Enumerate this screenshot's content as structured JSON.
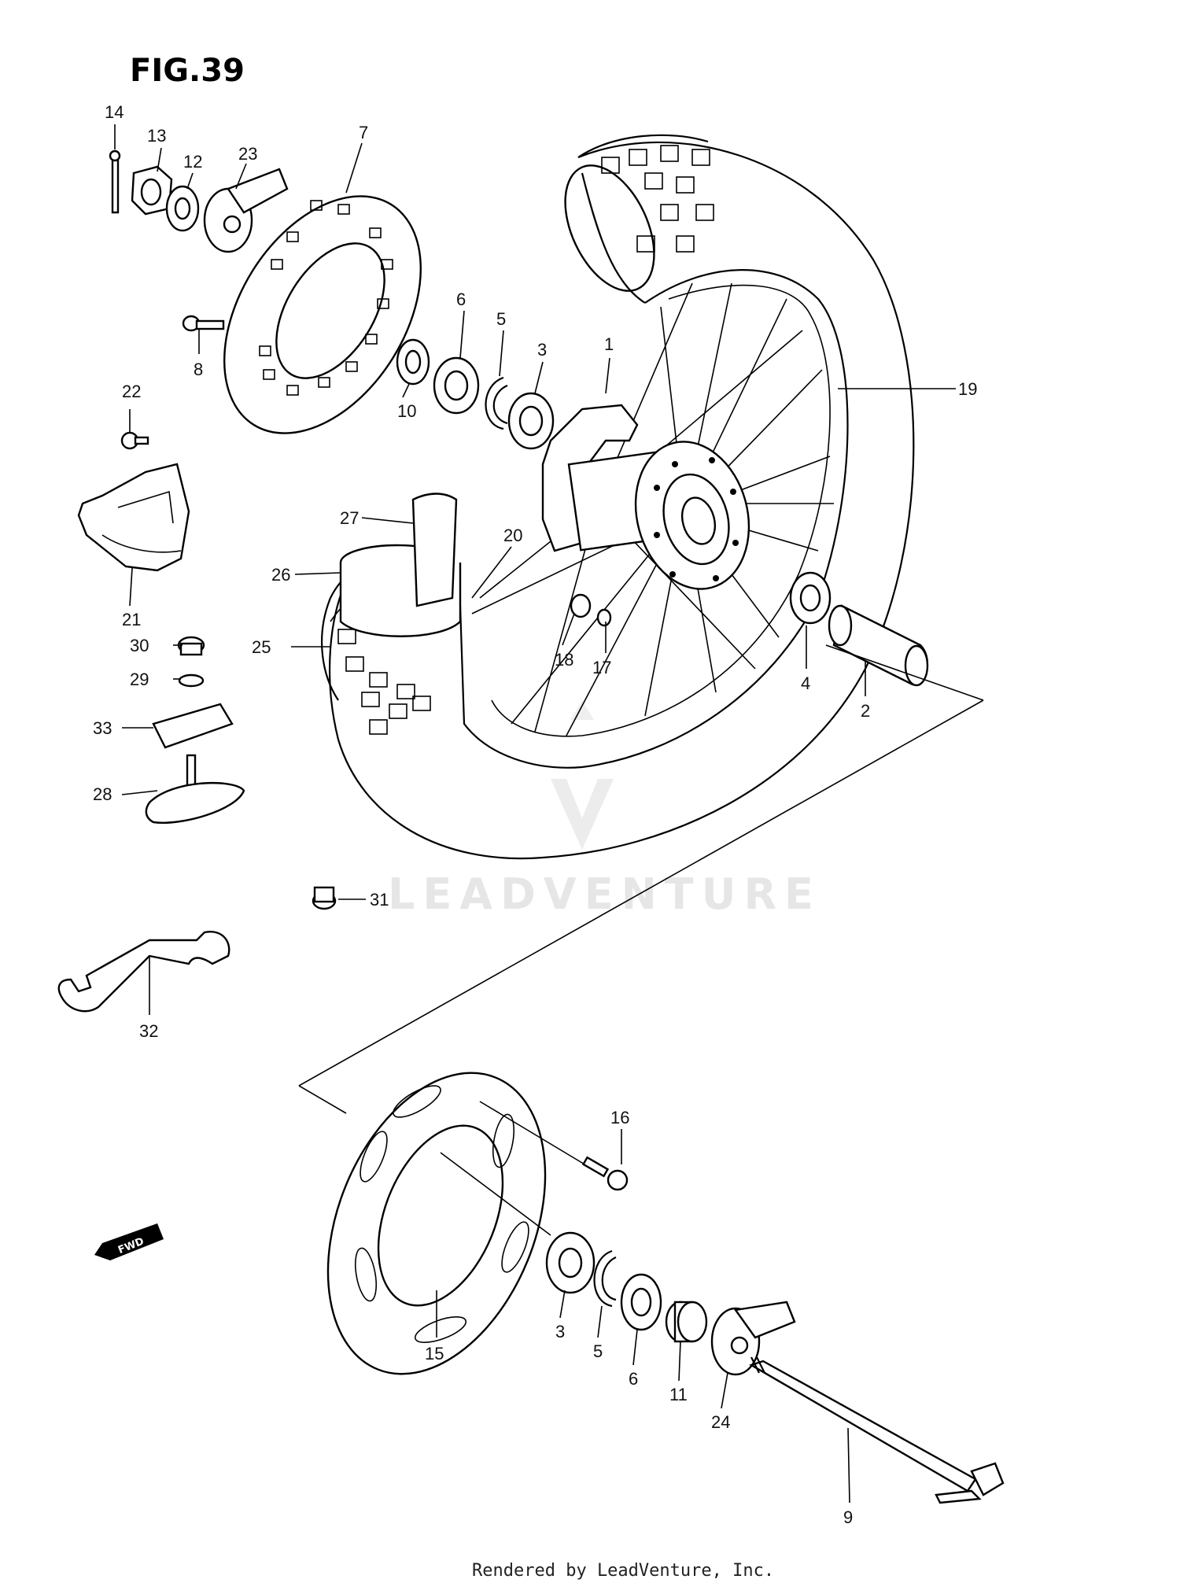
{
  "figure": {
    "title": "FIG.39"
  },
  "callouts": {
    "p1": "1",
    "p2": "2",
    "p3a": "3",
    "p3b": "3",
    "p4": "4",
    "p5a": "5",
    "p5b": "5",
    "p6a": "6",
    "p6b": "6",
    "p7": "7",
    "p8": "8",
    "p9": "9",
    "p10": "10",
    "p11": "11",
    "p12": "12",
    "p13": "13",
    "p14": "14",
    "p15": "15",
    "p16": "16",
    "p17": "17",
    "p18": "18",
    "p19": "19",
    "p20": "20",
    "p21": "21",
    "p22": "22",
    "p23": "23",
    "p24": "24",
    "p25": "25",
    "p26": "26",
    "p27": "27",
    "p28": "28",
    "p29": "29",
    "p30": "30",
    "p31": "31",
    "p32": "32",
    "p33": "33"
  },
  "fwd_badge": "FWD",
  "watermark": {
    "text": "LEADVENTURE"
  },
  "footer": {
    "text": "Rendered by LeadVenture, Inc."
  }
}
